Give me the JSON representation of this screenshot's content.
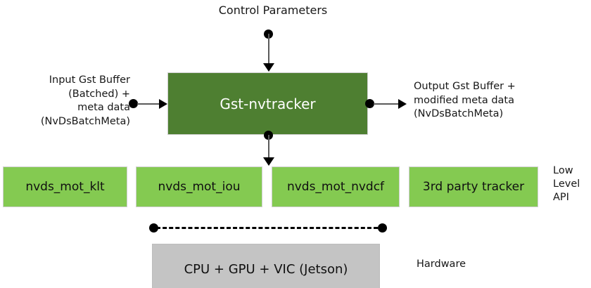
{
  "diagram": {
    "title_label": "Control Parameters",
    "main_block": {
      "label": "Gst-nvtracker",
      "fill_color": "#4e7f31",
      "text_color": "#ffffff"
    },
    "input_label": "Input Gst Buffer\n(Batched) +\nmeta data\n(NvDsBatchMeta)",
    "output_label": "Output Gst Buffer +\nmodified meta data\n(NvDsBatchMeta)",
    "low_level_api_label": "Low\nLevel\nAPI",
    "hardware_label": "Hardware",
    "low_level_blocks": [
      {
        "label": "nvds_mot_klt"
      },
      {
        "label": "nvds_mot_iou"
      },
      {
        "label": "nvds_mot_nvdcf"
      },
      {
        "label": "3rd party tracker"
      }
    ],
    "hardware_block": {
      "label": "CPU + GPU + VIC (Jetson)",
      "fill_color": "#c4c4c4"
    },
    "colors": {
      "dark_green": "#4e7f31",
      "light_green": "#84ca51",
      "gray": "#c4c4c4",
      "connector": "#000000"
    }
  }
}
